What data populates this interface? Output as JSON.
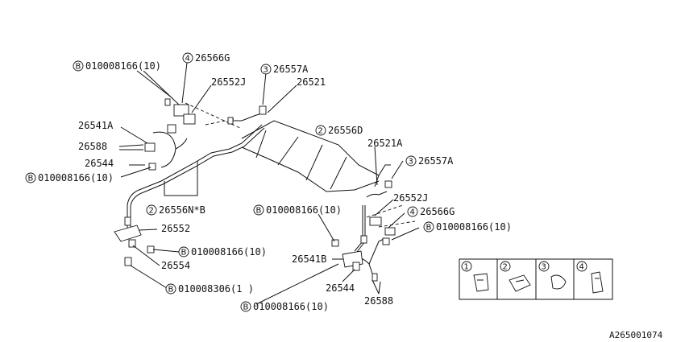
{
  "labels": {
    "b_top": "010008166(10)",
    "p26566g_top": "26566G",
    "p26557a_top": "26557A",
    "p26552j_top": "26552J",
    "p26521": "26521",
    "p26541a": "26541A",
    "p26588_left": "26588",
    "p26544_left": "26544",
    "b_left": "010008166(10)",
    "p26556d": "26556D",
    "p26521a": "26521A",
    "p26557a_right": "26557A",
    "p26556n_b": "26556N*B",
    "b_mid": "010008166(10)",
    "p26552j_right": "26552J",
    "p26566g_right": "26566G",
    "b_right": "010008166(10)",
    "p26552": "26552",
    "b_lower": "010008166(10)",
    "p26554": "26554",
    "b_306": "010008306(1 )",
    "p26541b": "26541B",
    "p26544_right": "26544",
    "p26588_right": "26588",
    "b_bottom": "010008166(10)",
    "diagram_code": "A265001074"
  },
  "legend": [
    {
      "key": "1",
      "icon": "clip-type-1-icon"
    },
    {
      "key": "2",
      "icon": "clip-type-2-icon"
    },
    {
      "key": "3",
      "icon": "clip-type-3-icon"
    },
    {
      "key": "4",
      "icon": "clip-type-4-icon"
    }
  ]
}
